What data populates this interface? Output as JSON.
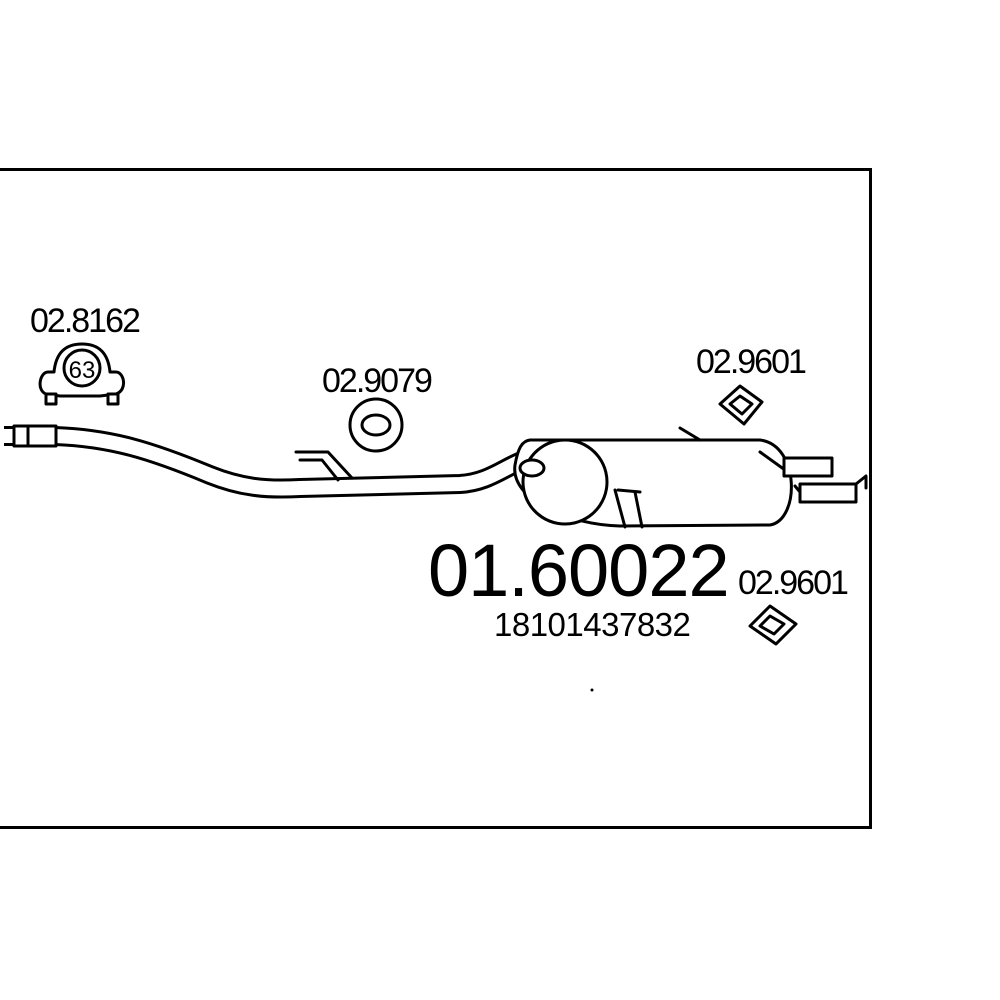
{
  "diagram": {
    "main_part_number": "01.60022",
    "oem_number": "18101437832",
    "parts": [
      {
        "label": "02.8162",
        "icon": "clamp-icon",
        "badge": "63"
      },
      {
        "label": "02.9079",
        "icon": "ring-gasket-icon"
      },
      {
        "label": "02.9601",
        "icon": "rubber-mount-icon"
      },
      {
        "label": "02.9601",
        "icon": "rubber-mount-icon"
      }
    ]
  }
}
